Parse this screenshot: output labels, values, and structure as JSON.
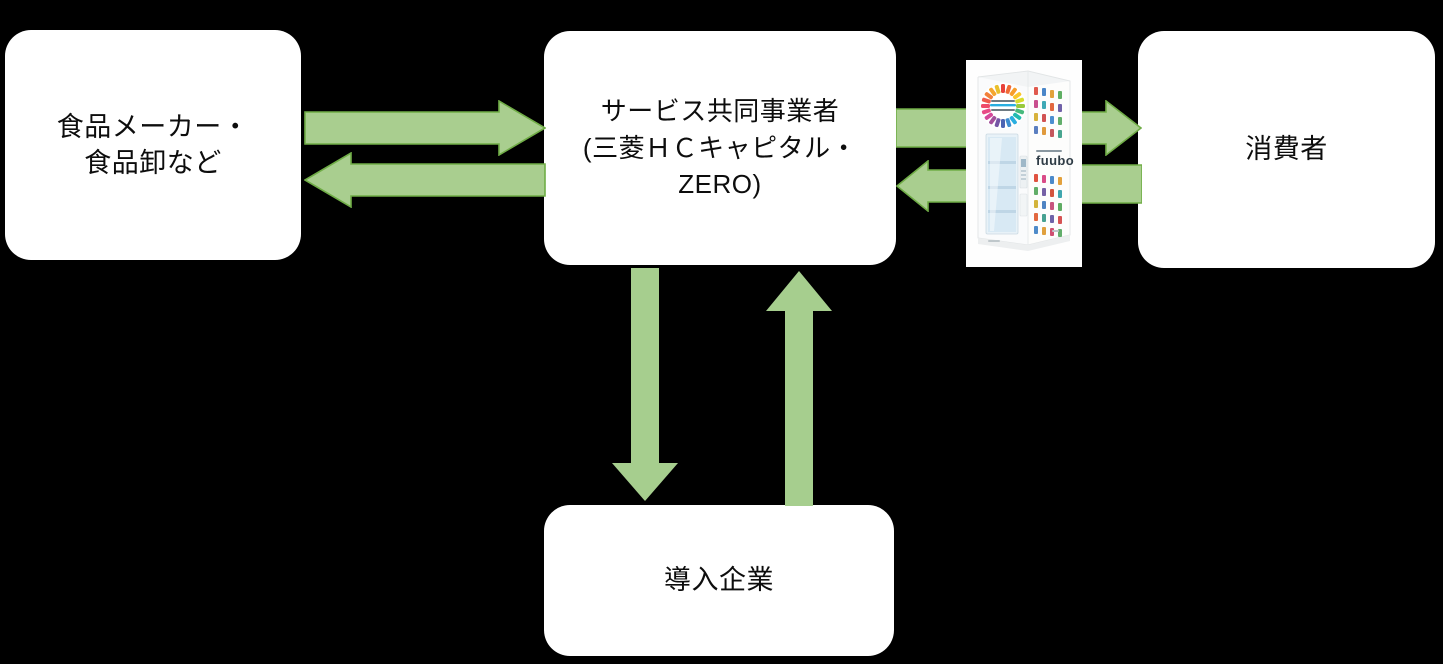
{
  "diagram": {
    "background_color": "#000000",
    "node_fill": "#FFFFFF",
    "node_text_color": "#0D0D0D",
    "arrow_fill": "#A9CE8F",
    "arrow_stroke": "#70AD47",
    "vertical_arrow_fill": "#A6CE8E"
  },
  "nodes": {
    "supplier": {
      "label": "食品メーカー・\n食品卸など"
    },
    "operator": {
      "label": "サービス共同事業者\n(三菱ＨＣキャピタル・\nZERO)"
    },
    "consumer": {
      "label": "消費者"
    },
    "adopter": {
      "label": "導入企業"
    }
  },
  "arrows": [
    {
      "name": "supplier-to-operator",
      "direction": "right"
    },
    {
      "name": "operator-to-supplier",
      "direction": "left"
    },
    {
      "name": "operator-to-machine",
      "direction": "right"
    },
    {
      "name": "machine-to-operator",
      "direction": "left"
    },
    {
      "name": "machine-to-consumer",
      "direction": "right"
    },
    {
      "name": "consumer-to-machine",
      "direction": "left"
    },
    {
      "name": "operator-to-adopter",
      "direction": "down"
    },
    {
      "name": "adopter-to-operator",
      "direction": "up"
    }
  ],
  "vending_machine": {
    "brand_text": "fuubo",
    "logo_text": "fuubo logo ring"
  }
}
